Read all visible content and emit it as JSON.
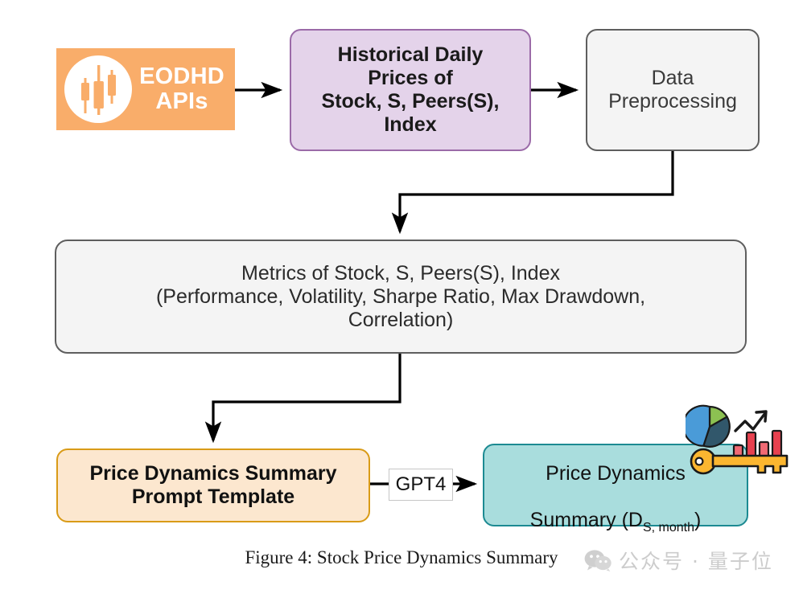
{
  "figure": {
    "caption": "Figure 4: Stock Price Dynamics Summary"
  },
  "watermark": {
    "icon": "wechat-icon",
    "text": "公众号 · 量子位",
    "color": "#b9b9b9"
  },
  "diagram": {
    "type": "flowchart",
    "nodes": [
      {
        "id": "source",
        "name": "eodhd-apis-source",
        "label": "EODHD\nAPIs",
        "icon": "candlestick-chart-icon",
        "shape": "rectangle",
        "fill": "#f9ad6a",
        "text_color": "#ffffff"
      },
      {
        "id": "prices",
        "name": "historical-daily-prices",
        "label": "Historical Daily\nPrices of\nStock, S, Peers(S),\nIndex",
        "shape": "rounded-rectangle",
        "fill": "#e4d3ea",
        "border": "#9b6aa8"
      },
      {
        "id": "preprocess",
        "name": "data-preprocessing",
        "label": "Data\nPreprocessing",
        "shape": "rounded-rectangle",
        "fill": "#f4f4f4",
        "border": "#5e5e5e"
      },
      {
        "id": "metrics",
        "name": "metrics-box",
        "label": "Metrics of  Stock, S, Peers(S), Index\n(Performance, Volatility, Sharpe Ratio, Max Drawdown,\nCorrelation)",
        "shape": "rounded-rectangle",
        "fill": "#f4f4f4",
        "border": "#5e5e5e"
      },
      {
        "id": "prompt",
        "name": "price-dynamics-summary-prompt-template",
        "label": "Price Dynamics Summary\nPrompt Template",
        "shape": "rounded-rectangle",
        "fill": "#fce7cf",
        "border": "#d99b17"
      },
      {
        "id": "summary",
        "name": "price-dynamics-summary-output",
        "label_line1": "Price Dynamics",
        "label_line2_prefix": "Summary (D",
        "label_subscript": "S, month",
        "label_line2_suffix": ")",
        "shape": "rounded-rectangle",
        "fill": "#a9dddd",
        "border": "#1c8a92"
      }
    ],
    "edges": [
      {
        "name": "edge-source-to-prices",
        "from": "source",
        "to": "prices",
        "label": ""
      },
      {
        "name": "edge-prices-to-preprocess",
        "from": "prices",
        "to": "preprocess",
        "label": ""
      },
      {
        "name": "edge-preprocess-to-metrics",
        "from": "preprocess",
        "to": "metrics",
        "label": ""
      },
      {
        "name": "edge-metrics-to-prompt",
        "from": "metrics",
        "to": "prompt",
        "label": ""
      },
      {
        "name": "edge-prompt-to-summary",
        "from": "prompt",
        "to": "summary",
        "label": "GPT4"
      }
    ],
    "decorations": [
      {
        "name": "pie-chart-icon",
        "colors": [
          "#4a9bd8",
          "#8cc152",
          "#31576b"
        ]
      },
      {
        "name": "bar-chart-icon",
        "colors": [
          "#e8414f",
          "#f06a74"
        ]
      },
      {
        "name": "trend-line-icon",
        "colors": [
          "#1a1a1a"
        ]
      },
      {
        "name": "key-icon",
        "colors": [
          "#fbb630",
          "#f59e0b"
        ]
      }
    ]
  }
}
